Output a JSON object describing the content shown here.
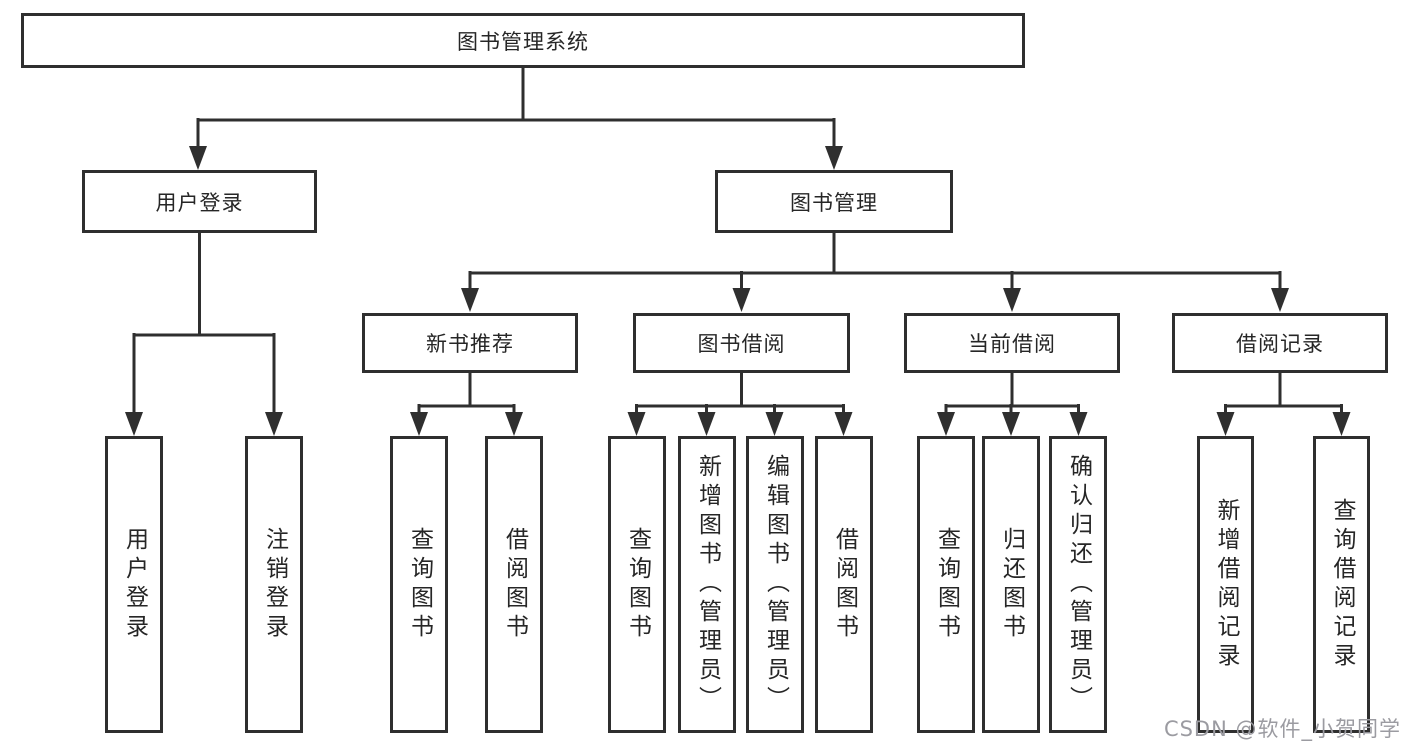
{
  "diagram": {
    "root": {
      "label": "图书管理系统"
    },
    "branches": [
      {
        "label": "用户登录",
        "leaves": [
          {
            "label": "用户登录"
          },
          {
            "label": "注销登录"
          }
        ]
      },
      {
        "label": "图书管理",
        "groups": [
          {
            "label": "新书推荐",
            "leaves": [
              {
                "label": "查询图书"
              },
              {
                "label": "借阅图书"
              }
            ]
          },
          {
            "label": "图书借阅",
            "leaves": [
              {
                "label": "查询图书"
              },
              {
                "label": "新增图书（管理员）"
              },
              {
                "label": "编辑图书（管理员）"
              },
              {
                "label": "借阅图书"
              }
            ]
          },
          {
            "label": "当前借阅",
            "leaves": [
              {
                "label": "查询图书"
              },
              {
                "label": "归还图书"
              },
              {
                "label": "确认归还（管理员）"
              }
            ]
          },
          {
            "label": "借阅记录",
            "leaves": [
              {
                "label": "新增借阅记录"
              },
              {
                "label": "查询借阅记录"
              }
            ]
          }
        ]
      }
    ]
  },
  "watermark": {
    "text": "CSDN @软件_小贺同学"
  },
  "colors": {
    "line": "#2f2f2f",
    "text": "#262626",
    "box_background": "#ffffff",
    "page_background": "#ffffff",
    "watermark": "#9b9ba1"
  }
}
